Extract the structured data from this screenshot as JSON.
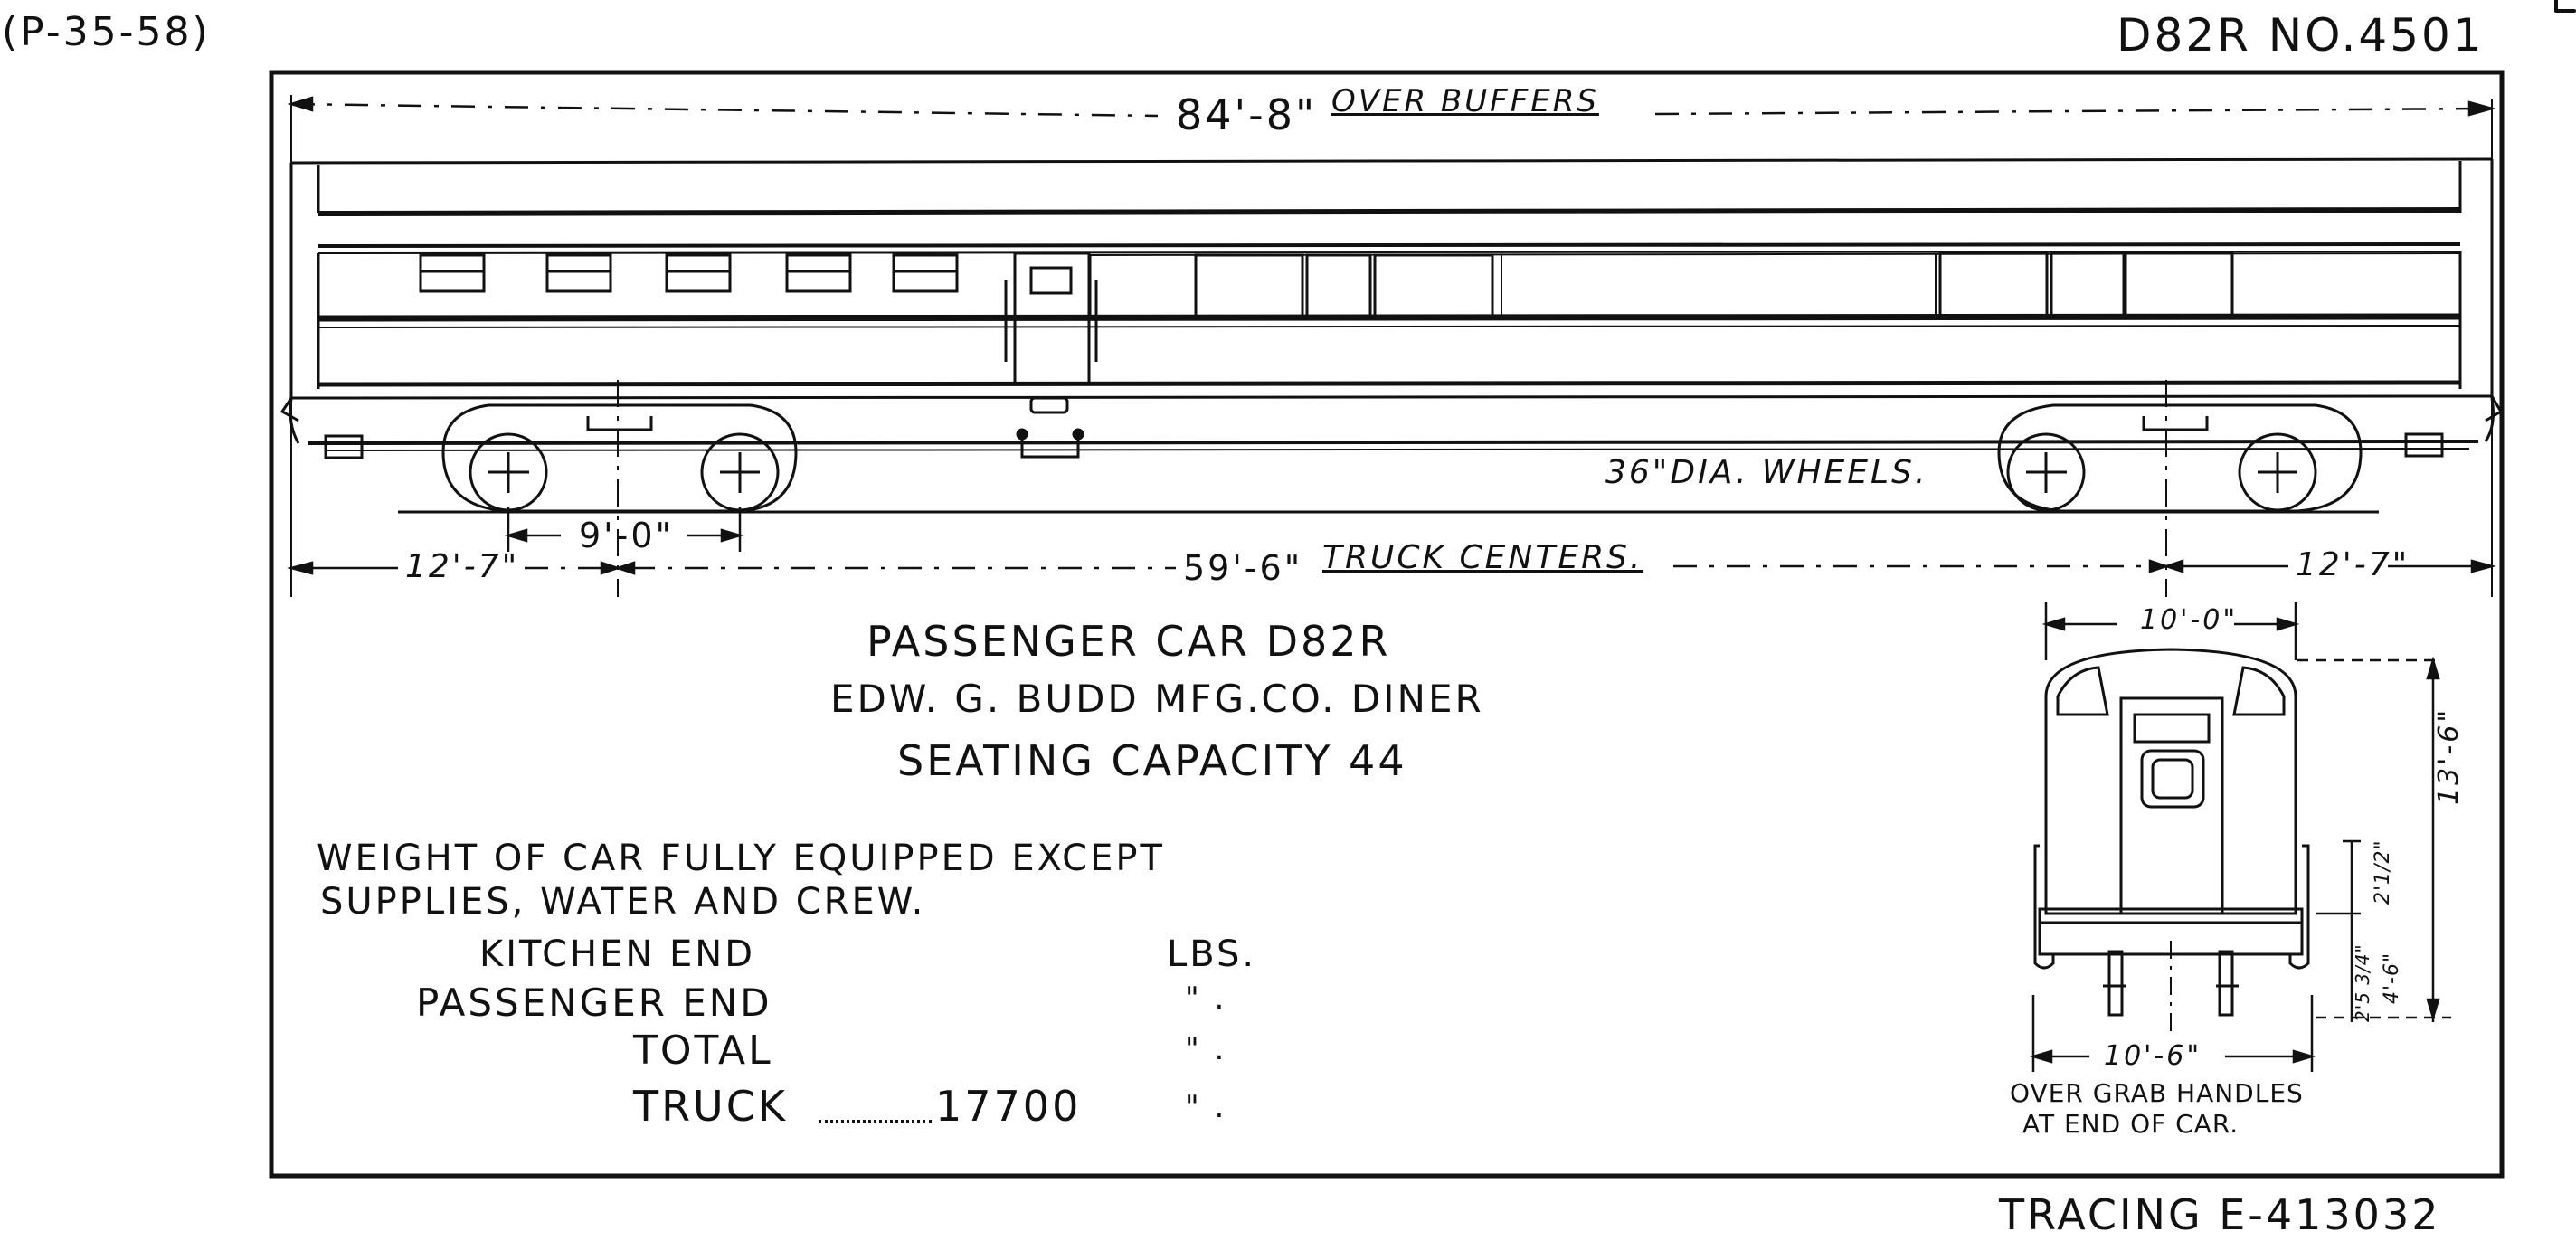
{
  "header": {
    "left_ref": "(P-35-58)",
    "right_ref": "D82R NO.4501"
  },
  "dimensions": {
    "over_buffers_value": "84'-8\"",
    "over_buffers_label": "OVER BUFFERS",
    "wheels": "36\"DIA. WHEELS.",
    "end_overhang_left": "12'-7\"",
    "truck_wheelbase": "9'-0\"",
    "truck_centers_value": "59'-6\"",
    "truck_centers_label": "TRUCK CENTERS.",
    "end_overhang_right": "12'-7\""
  },
  "title": {
    "line1": "PASSENGER CAR D82R",
    "line2": "EDW. G. BUDD MFG.CO. DINER",
    "line3": "SEATING CAPACITY 44"
  },
  "weights": {
    "heading_line1": "WEIGHT OF CAR FULLY EQUIPPED EXCEPT",
    "heading_line2": "SUPPLIES, WATER AND CREW.",
    "unit_header": "LBS.",
    "rows": [
      {
        "label": "KITCHEN END",
        "value": "",
        "unit": ""
      },
      {
        "label": "PASSENGER END",
        "value": "",
        "unit": "\" ."
      },
      {
        "label": "TOTAL",
        "value": "",
        "unit": "\" ."
      },
      {
        "label": "TRUCK",
        "value": "17700",
        "unit": "\" ."
      }
    ]
  },
  "end_view": {
    "width_top": "10'-0\"",
    "height": "13'-6\"",
    "dim_a": "2'1/2\"",
    "dim_b": "4'-6\"",
    "dim_c": "2'5 3/4\"",
    "width_bottom": "10'-6\"",
    "note_line1": "OVER GRAB HANDLES",
    "note_line2": "AT END OF CAR."
  },
  "footer": {
    "tracing": "TRACING E-413032"
  }
}
